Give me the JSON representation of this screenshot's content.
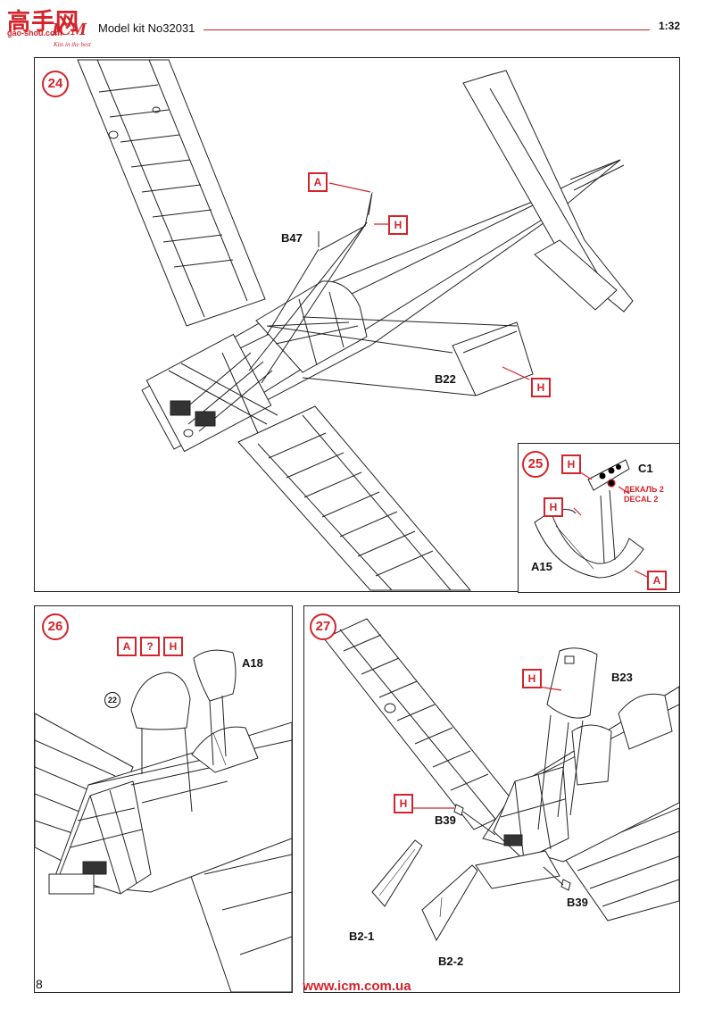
{
  "header": {
    "logo_cn": "高手网",
    "logo_url": "gao-shou.com",
    "logo_brand": "ICM",
    "logo_tagline": "Kits in the best",
    "kit_title": "Model kit No32031",
    "scale": "1:32"
  },
  "steps": {
    "s24": {
      "number": "24",
      "labels": {
        "b47": "B47",
        "b22": "B22"
      },
      "tags": {
        "a": "A",
        "h1": "H",
        "h2": "H"
      }
    },
    "s25": {
      "number": "25",
      "labels": {
        "c1": "C1",
        "a15": "A15"
      },
      "tags": {
        "h1": "H",
        "h2": "H",
        "a": "A"
      },
      "decal_ru": "ДЕКАЛЬ 2",
      "decal_en": "DECAL 2"
    },
    "s26": {
      "number": "26",
      "labels": {
        "a18": "A18"
      },
      "tags": {
        "a": "A",
        "q": "?",
        "h": "H"
      },
      "ref": "22"
    },
    "s27": {
      "number": "27",
      "labels": {
        "b23": "B23",
        "b39a": "B39",
        "b39b": "B39",
        "b21": "B2-1",
        "b22": "B2-2"
      },
      "tags": {
        "h1": "H",
        "h2": "H"
      }
    }
  },
  "footer": {
    "page_number": "8",
    "url": "www.icm.com.ua"
  },
  "colors": {
    "accent": "#d4232b",
    "line": "#222222"
  }
}
